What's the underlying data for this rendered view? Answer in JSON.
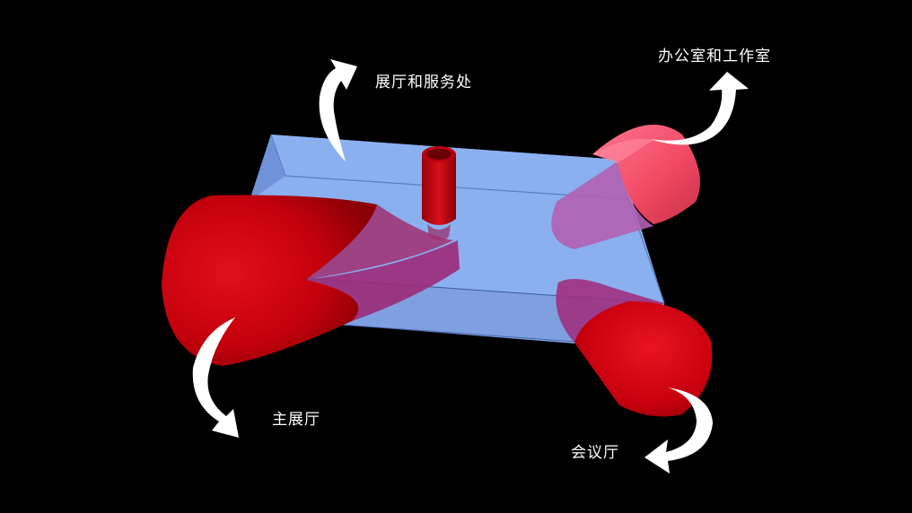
{
  "labels": {
    "services": "展厅和服务处",
    "office": "办公室和工作室",
    "main_hall": "主展厅",
    "meeting_hall": "会议厅"
  },
  "colors": {
    "background": "#000000",
    "slab": "#8aaeee",
    "volume_red": "#d40010",
    "volume_pink": "#f04e68",
    "arrow": "#ffffff"
  }
}
